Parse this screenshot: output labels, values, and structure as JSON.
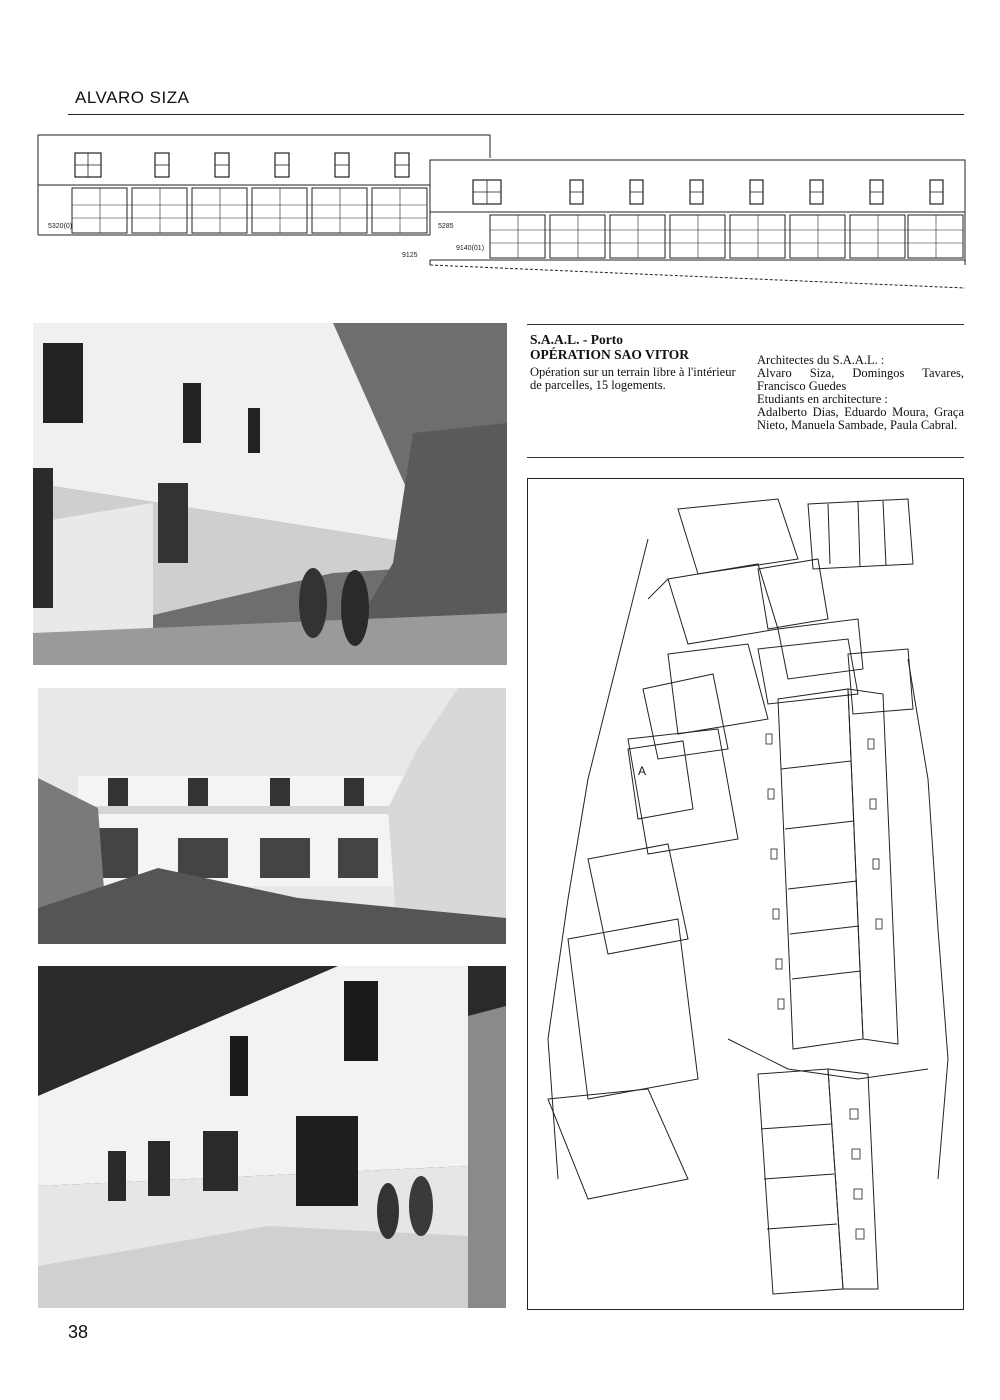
{
  "header": {
    "title": "ALVARO SIZA"
  },
  "elevation": {
    "labels": [
      "5320(0)",
      "5285",
      "9140(01)",
      "9125"
    ]
  },
  "caption": {
    "heading_line1": "S.A.A.L. - Porto",
    "heading_line2": "OPÉRATION SAO VITOR",
    "description": "Opération sur un terrain libre à l'intérieur de parcelles, 15 logements."
  },
  "credits": {
    "architects_label": "Architectes du S.A.A.L. :",
    "architects_names": "Alvaro Siza, Domingos Tavares, Francisco Guedes",
    "students_label": "Etudiants en architecture :",
    "students_names": "Adalberto Dias, Eduardo Moura, Graça Nieto, Manuela Sambade, Paula Cabral."
  },
  "plan": {
    "marker": "A"
  },
  "footer": {
    "page_number": "38"
  }
}
